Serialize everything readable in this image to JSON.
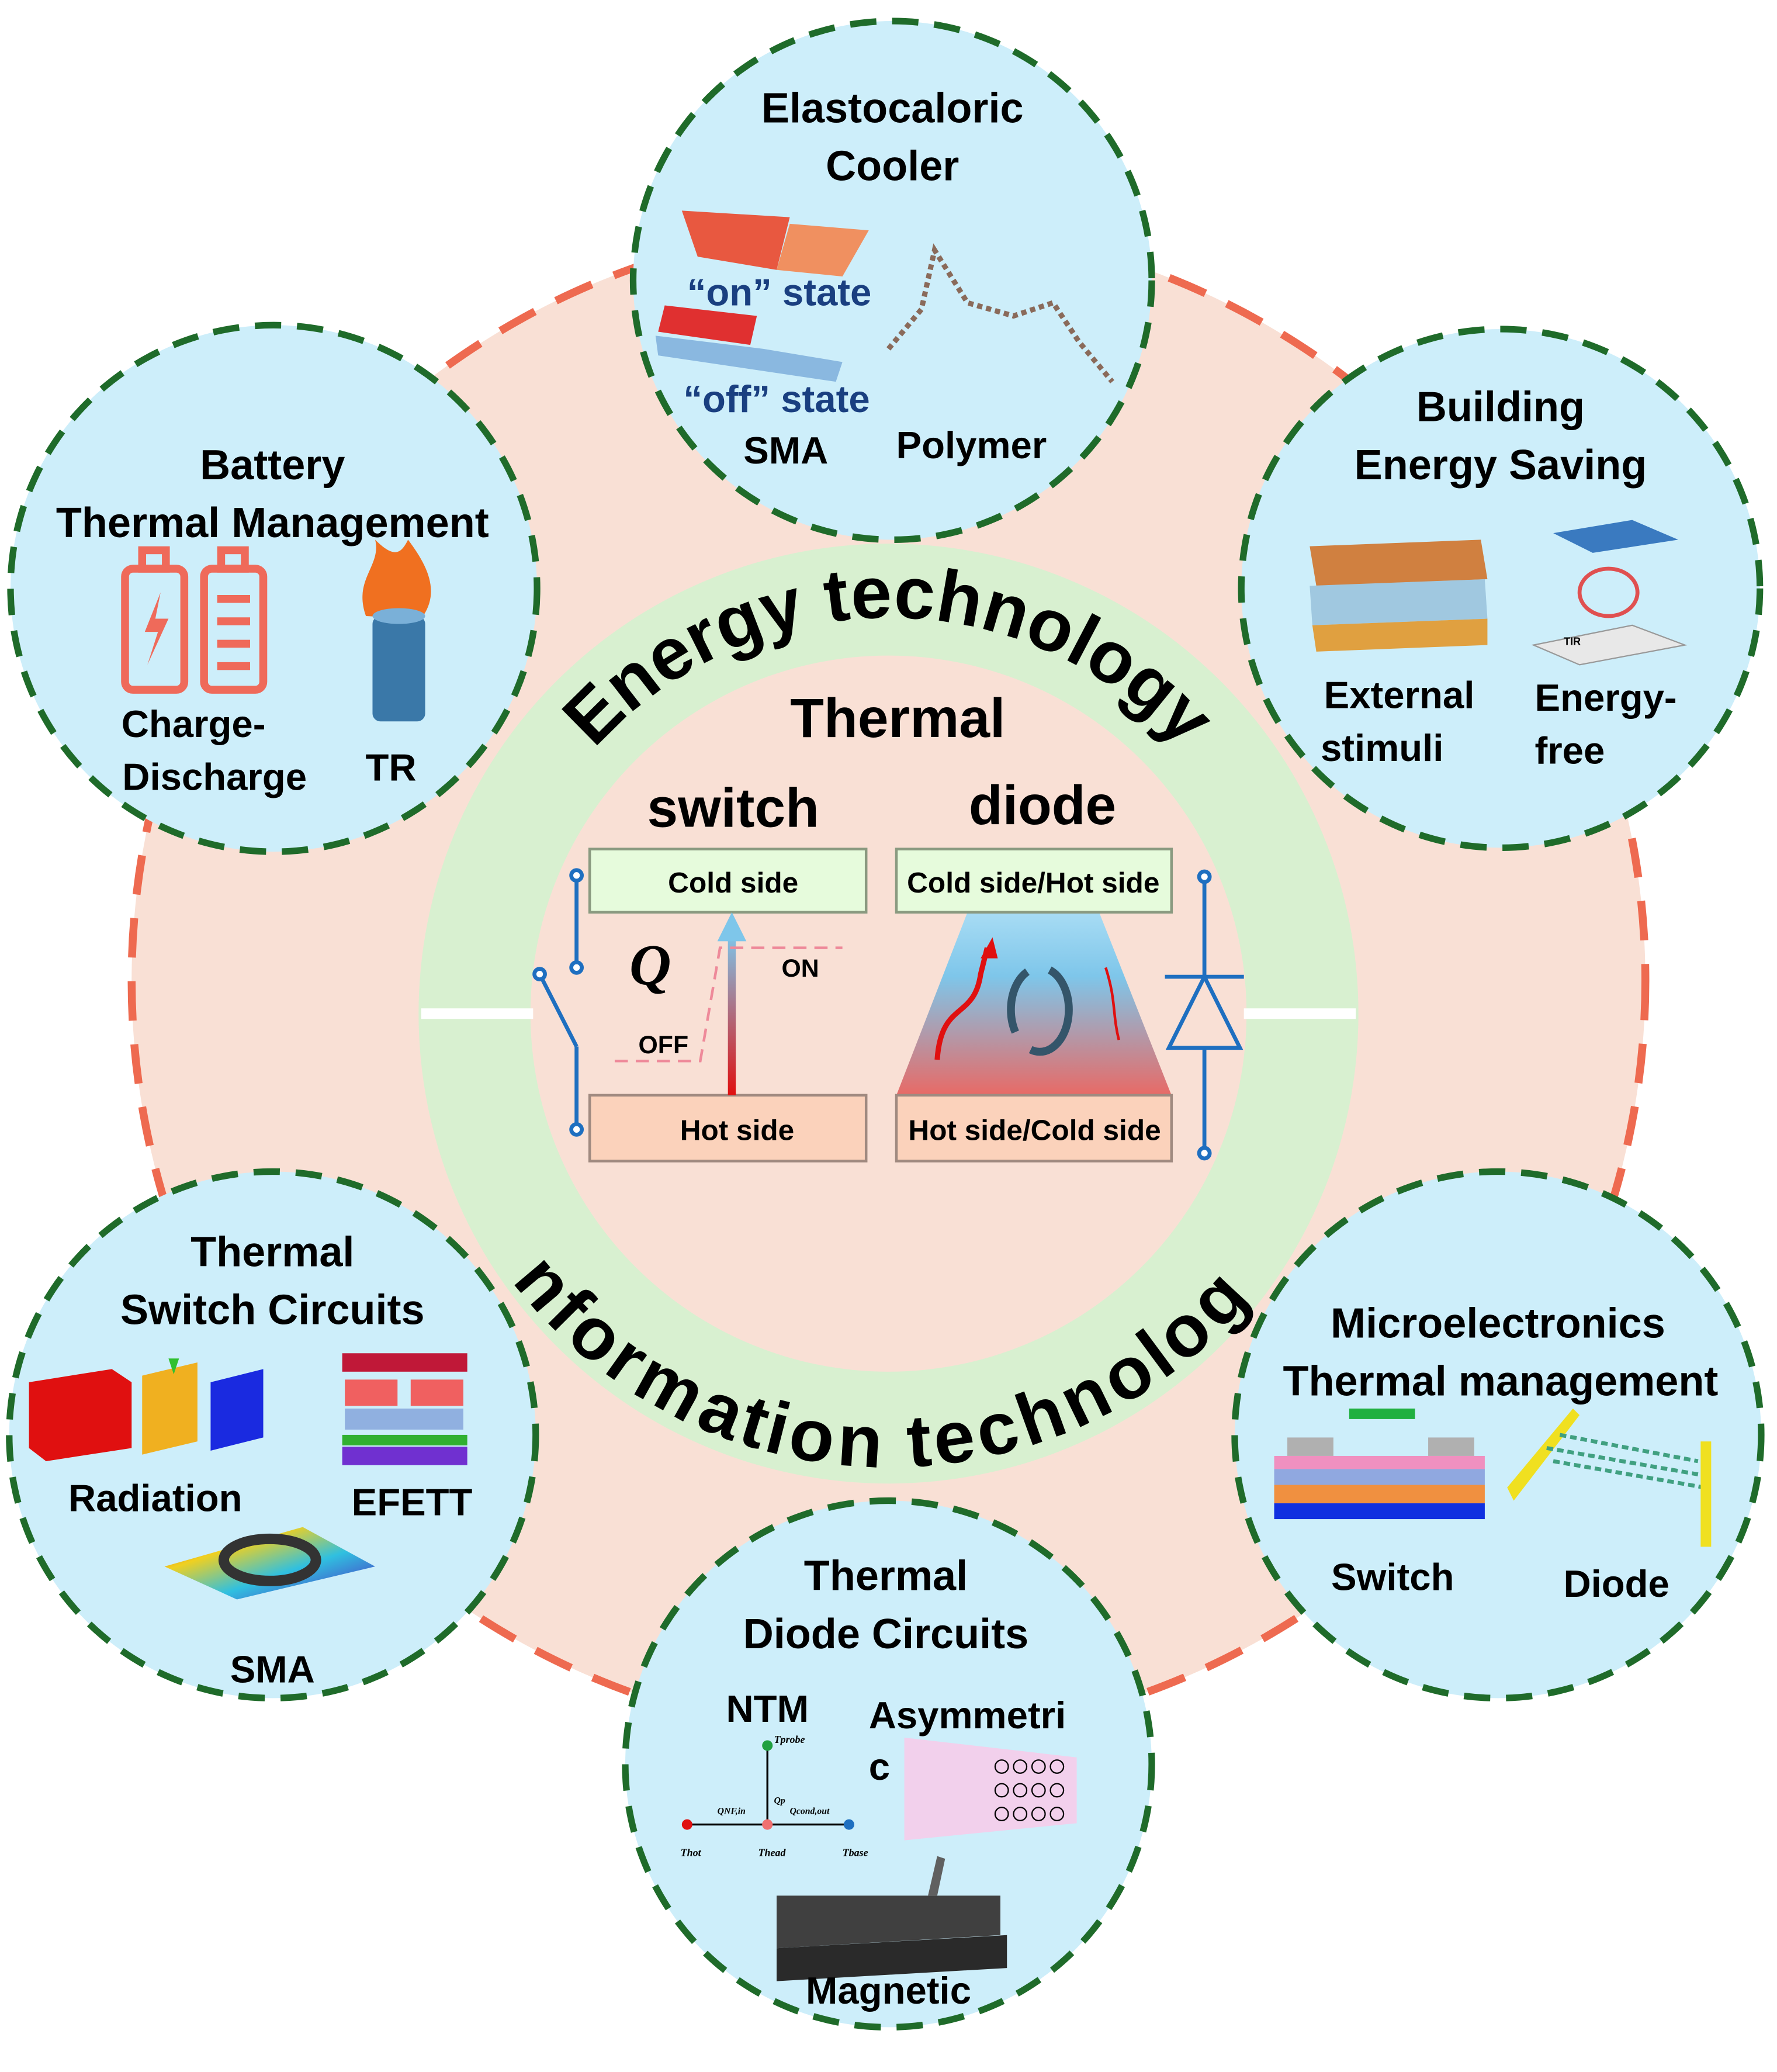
{
  "colors": {
    "outer_fill": "#f9e0d5",
    "outer_border": "#ee6a50",
    "ring": "#d8f0d0",
    "satellite_fill": "#cdeefa",
    "satellite_border": "#1f6b2a",
    "circuit_blue": "#1e6fc0"
  },
  "center": {
    "title": "Thermal",
    "switch_label": "switch",
    "diode_label": "diode",
    "switch": {
      "cold": "Cold side",
      "hot": "Hot side",
      "q": "Q",
      "on": "ON",
      "off": "OFF"
    },
    "diode": {
      "top": "Cold side/Hot side",
      "bottom": "Hot side/Cold side"
    }
  },
  "ring": {
    "top": "Energy technology",
    "bottom": "Information technology"
  },
  "satellites": {
    "elastocaloric": {
      "title1": "Elastocaloric",
      "title2": "Cooler",
      "on": "“on” state",
      "off": "“off” state",
      "sma": "SMA",
      "polymer": "Polymer"
    },
    "building": {
      "title1": "Building",
      "title2": "Energy Saving",
      "ext1": "External",
      "ext2": "stimuli",
      "free1": "Energy-",
      "free2": "free",
      "tir": "TIR"
    },
    "battery": {
      "title1": "Battery",
      "title2": "Thermal Management",
      "cd1": "Charge-",
      "cd2": "Discharge",
      "tr": "TR"
    },
    "switch_circuits": {
      "title1": "Thermal",
      "title2": "Switch Circuits",
      "radiation": "Radiation",
      "efett": "EFETT",
      "sma": "SMA"
    },
    "micro": {
      "title1": "Microelectronics",
      "title2": "Thermal management",
      "switch": "Switch",
      "diode": "Diode"
    },
    "diode_circuits": {
      "title1": "Thermal",
      "title2": "Diode Circuits",
      "ntm": "NTM",
      "asym1": "Asymmetri",
      "asym2": "c",
      "magnetic": "Magnetic",
      "t_hot": "Thot",
      "t_head": "Thead",
      "t_base": "Tbase",
      "t_probe": "Tprobe",
      "q_in": "QNF,in",
      "q_p": "Qp",
      "q_out": "Qcond,out"
    }
  }
}
